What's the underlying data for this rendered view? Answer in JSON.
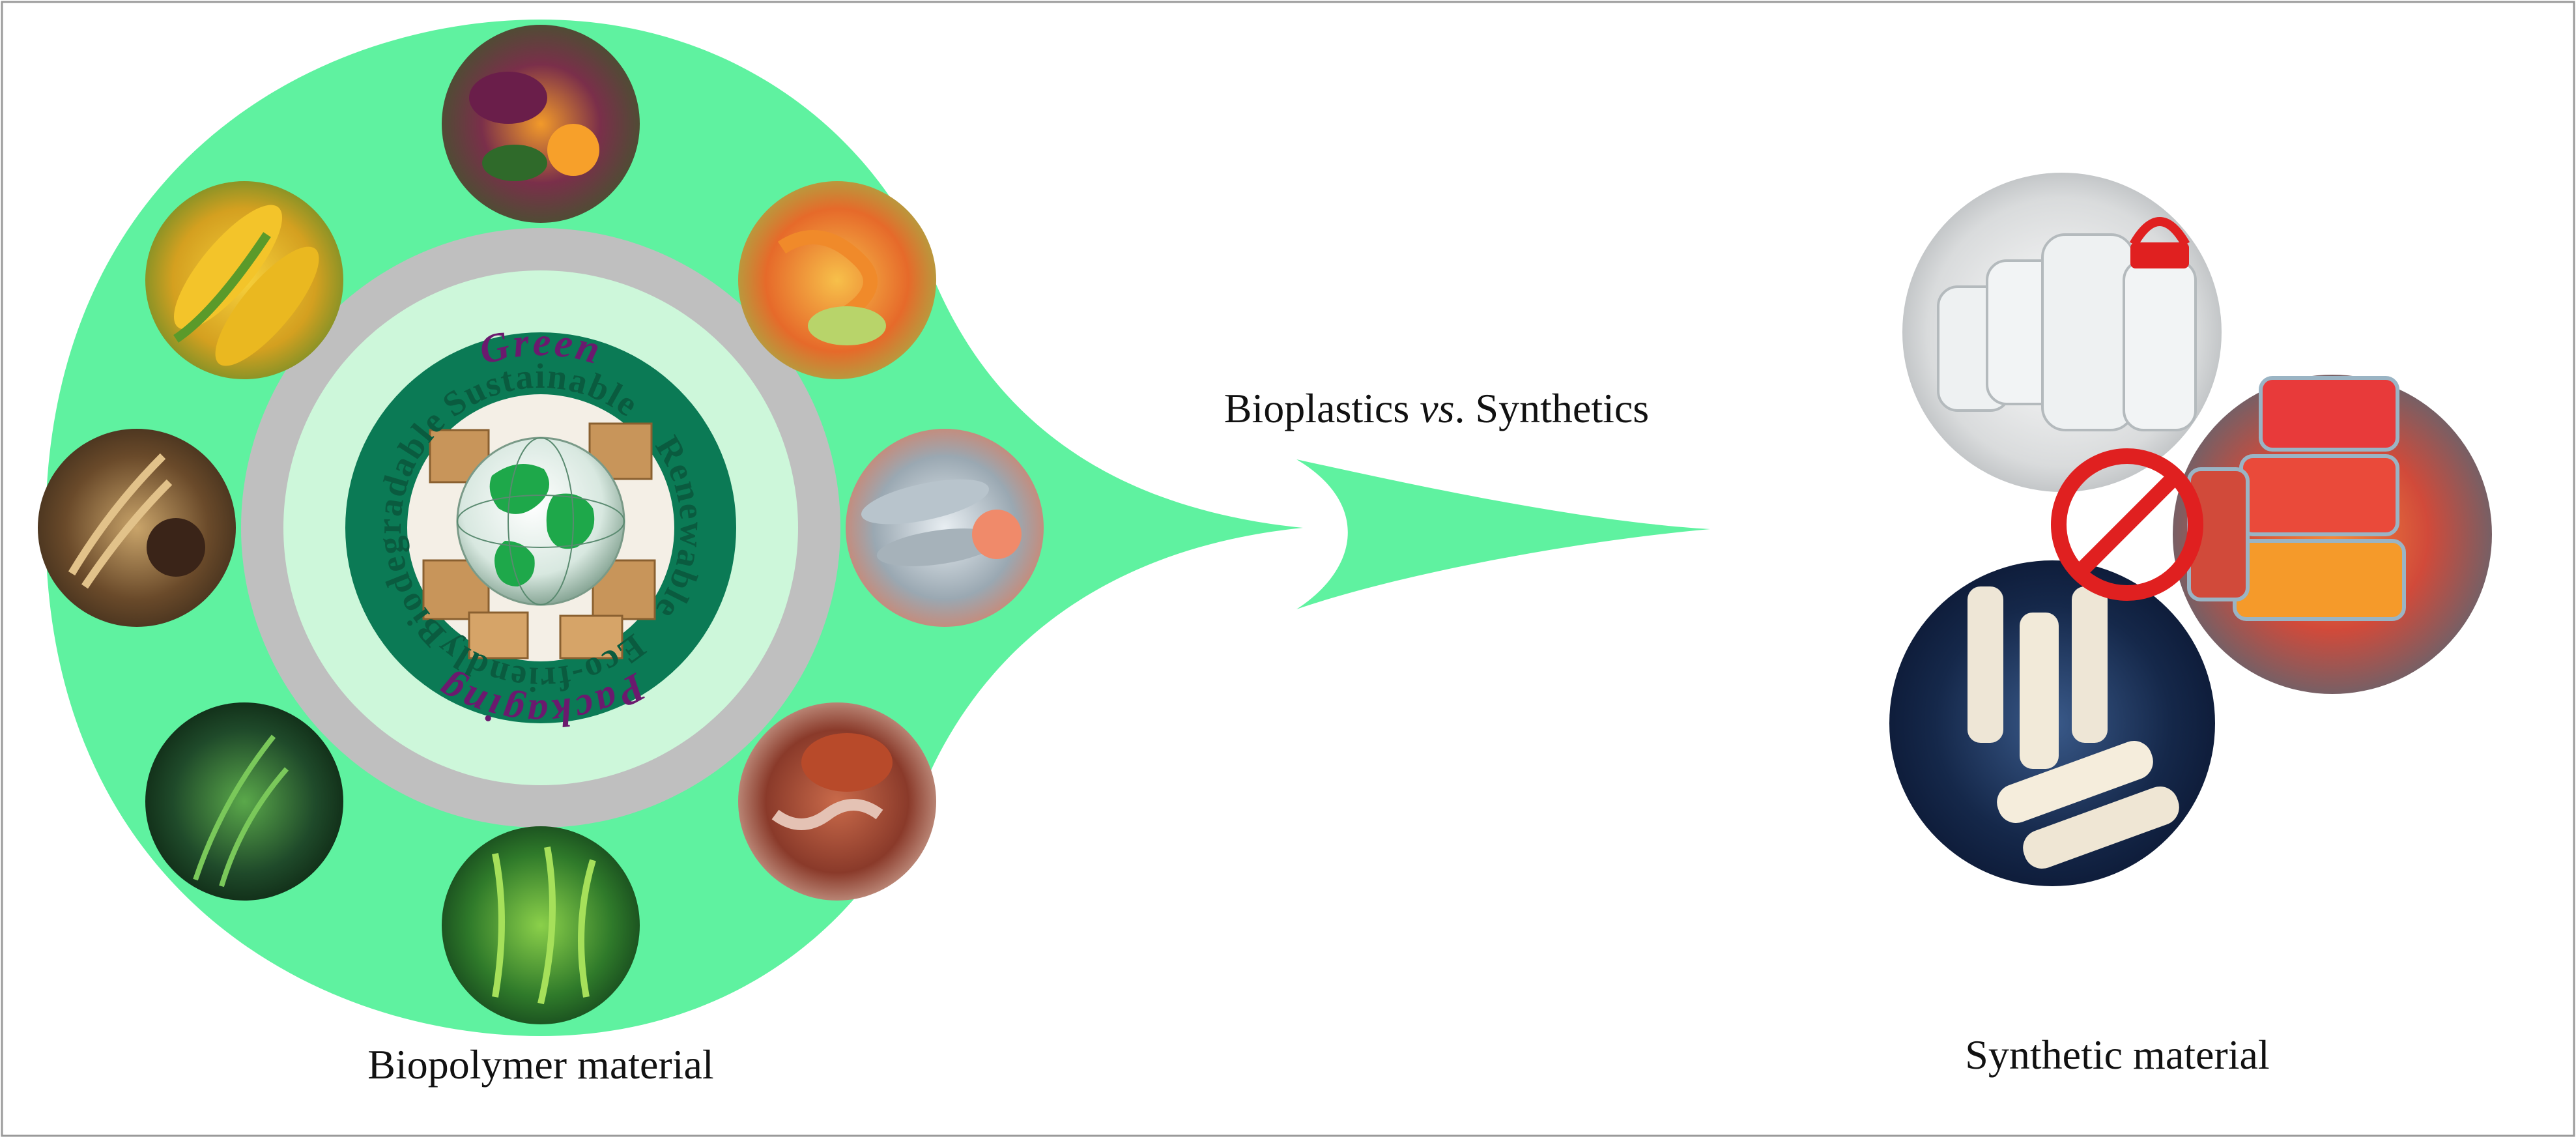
{
  "center_text": {
    "heading": "Bioplastics vs. Synthetics",
    "heading_plain": "Bioplastics ",
    "heading_italic": "vs",
    "heading_tail": ". Synthetics"
  },
  "left_panel": {
    "caption": "Biopolymer material",
    "outer_ring_words": [
      "Green",
      "Packaging"
    ],
    "inner_ring_words": [
      "Sustainable",
      "Renewable",
      "Eco-friendly",
      "Biodegradable"
    ],
    "source_icons": [
      "food-waste-icon",
      "fruit-vegetable-peels-icon",
      "fish-icon",
      "crab-octopus-seafood-icon",
      "seaweed-icon",
      "aquatic-plant-icon",
      "wheat-grain-icon",
      "corn-icon"
    ],
    "center_icon": "globe-boxes-icon"
  },
  "right_panel": {
    "caption": "Synthetic material",
    "product_icons": [
      "plastic-jars-icon",
      "food-containers-icon",
      "plastic-film-rolls-icon"
    ],
    "prohibition_icon": "no-sign-icon"
  },
  "colors": {
    "panel_green": "#5ff2a0",
    "ring_gray": "#bfbfbf",
    "pale_green": "#cdf7da",
    "dark_green": "#0b7a55",
    "text_green": "#0a5b3f",
    "text_purple": "#6b1a6e",
    "prohibition_red": "#e02020"
  }
}
